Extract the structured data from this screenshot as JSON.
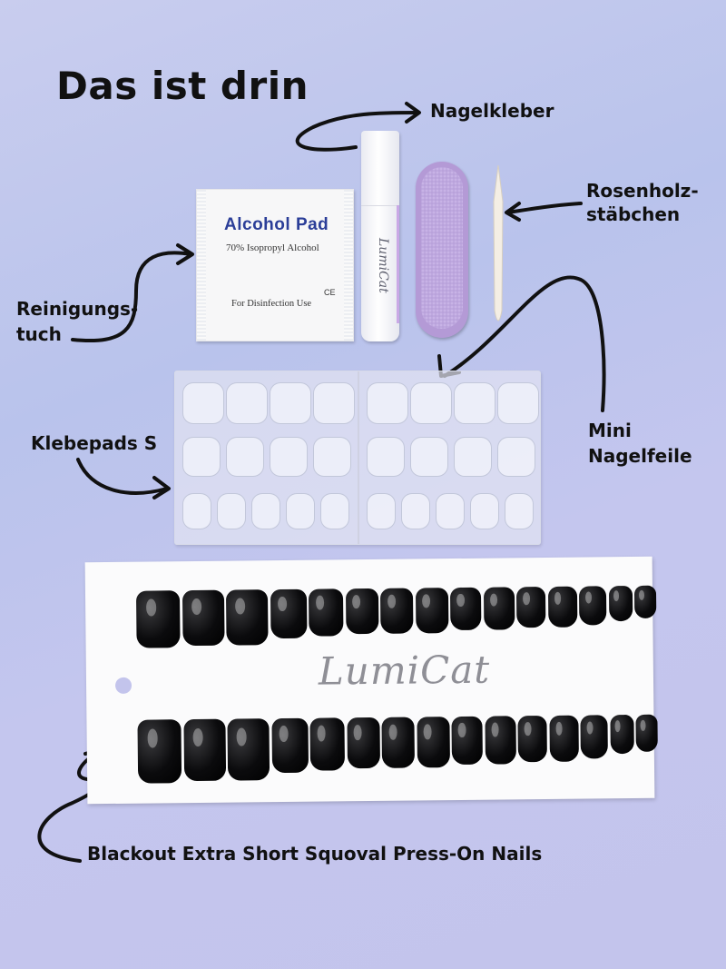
{
  "title": "Das ist drin",
  "labels": {
    "nagelkleber": "Nagelkleber",
    "rosenholz_1": "Rosenholz-",
    "rosenholz_2": "stäbchen",
    "reinigung_1": "Reinigungs-",
    "reinigung_2": "tuch",
    "mini_1": "Mini",
    "mini_2": "Nagelfeile",
    "klebepads": "Klebepads S",
    "nails": "Blackout Extra Short Squoval Press-On Nails"
  },
  "alcohol_pad": {
    "title": "Alcohol  Pad",
    "subtitle": "70% Isopropyl Alcohol",
    "mark": "CE",
    "usage": "For Disinfection Use"
  },
  "brand": "LumiCat",
  "colors": {
    "background": "#c3c7ee",
    "file": "#b49ad6",
    "nail": "#0b0b0d",
    "pad_text": "#2b3e98"
  }
}
